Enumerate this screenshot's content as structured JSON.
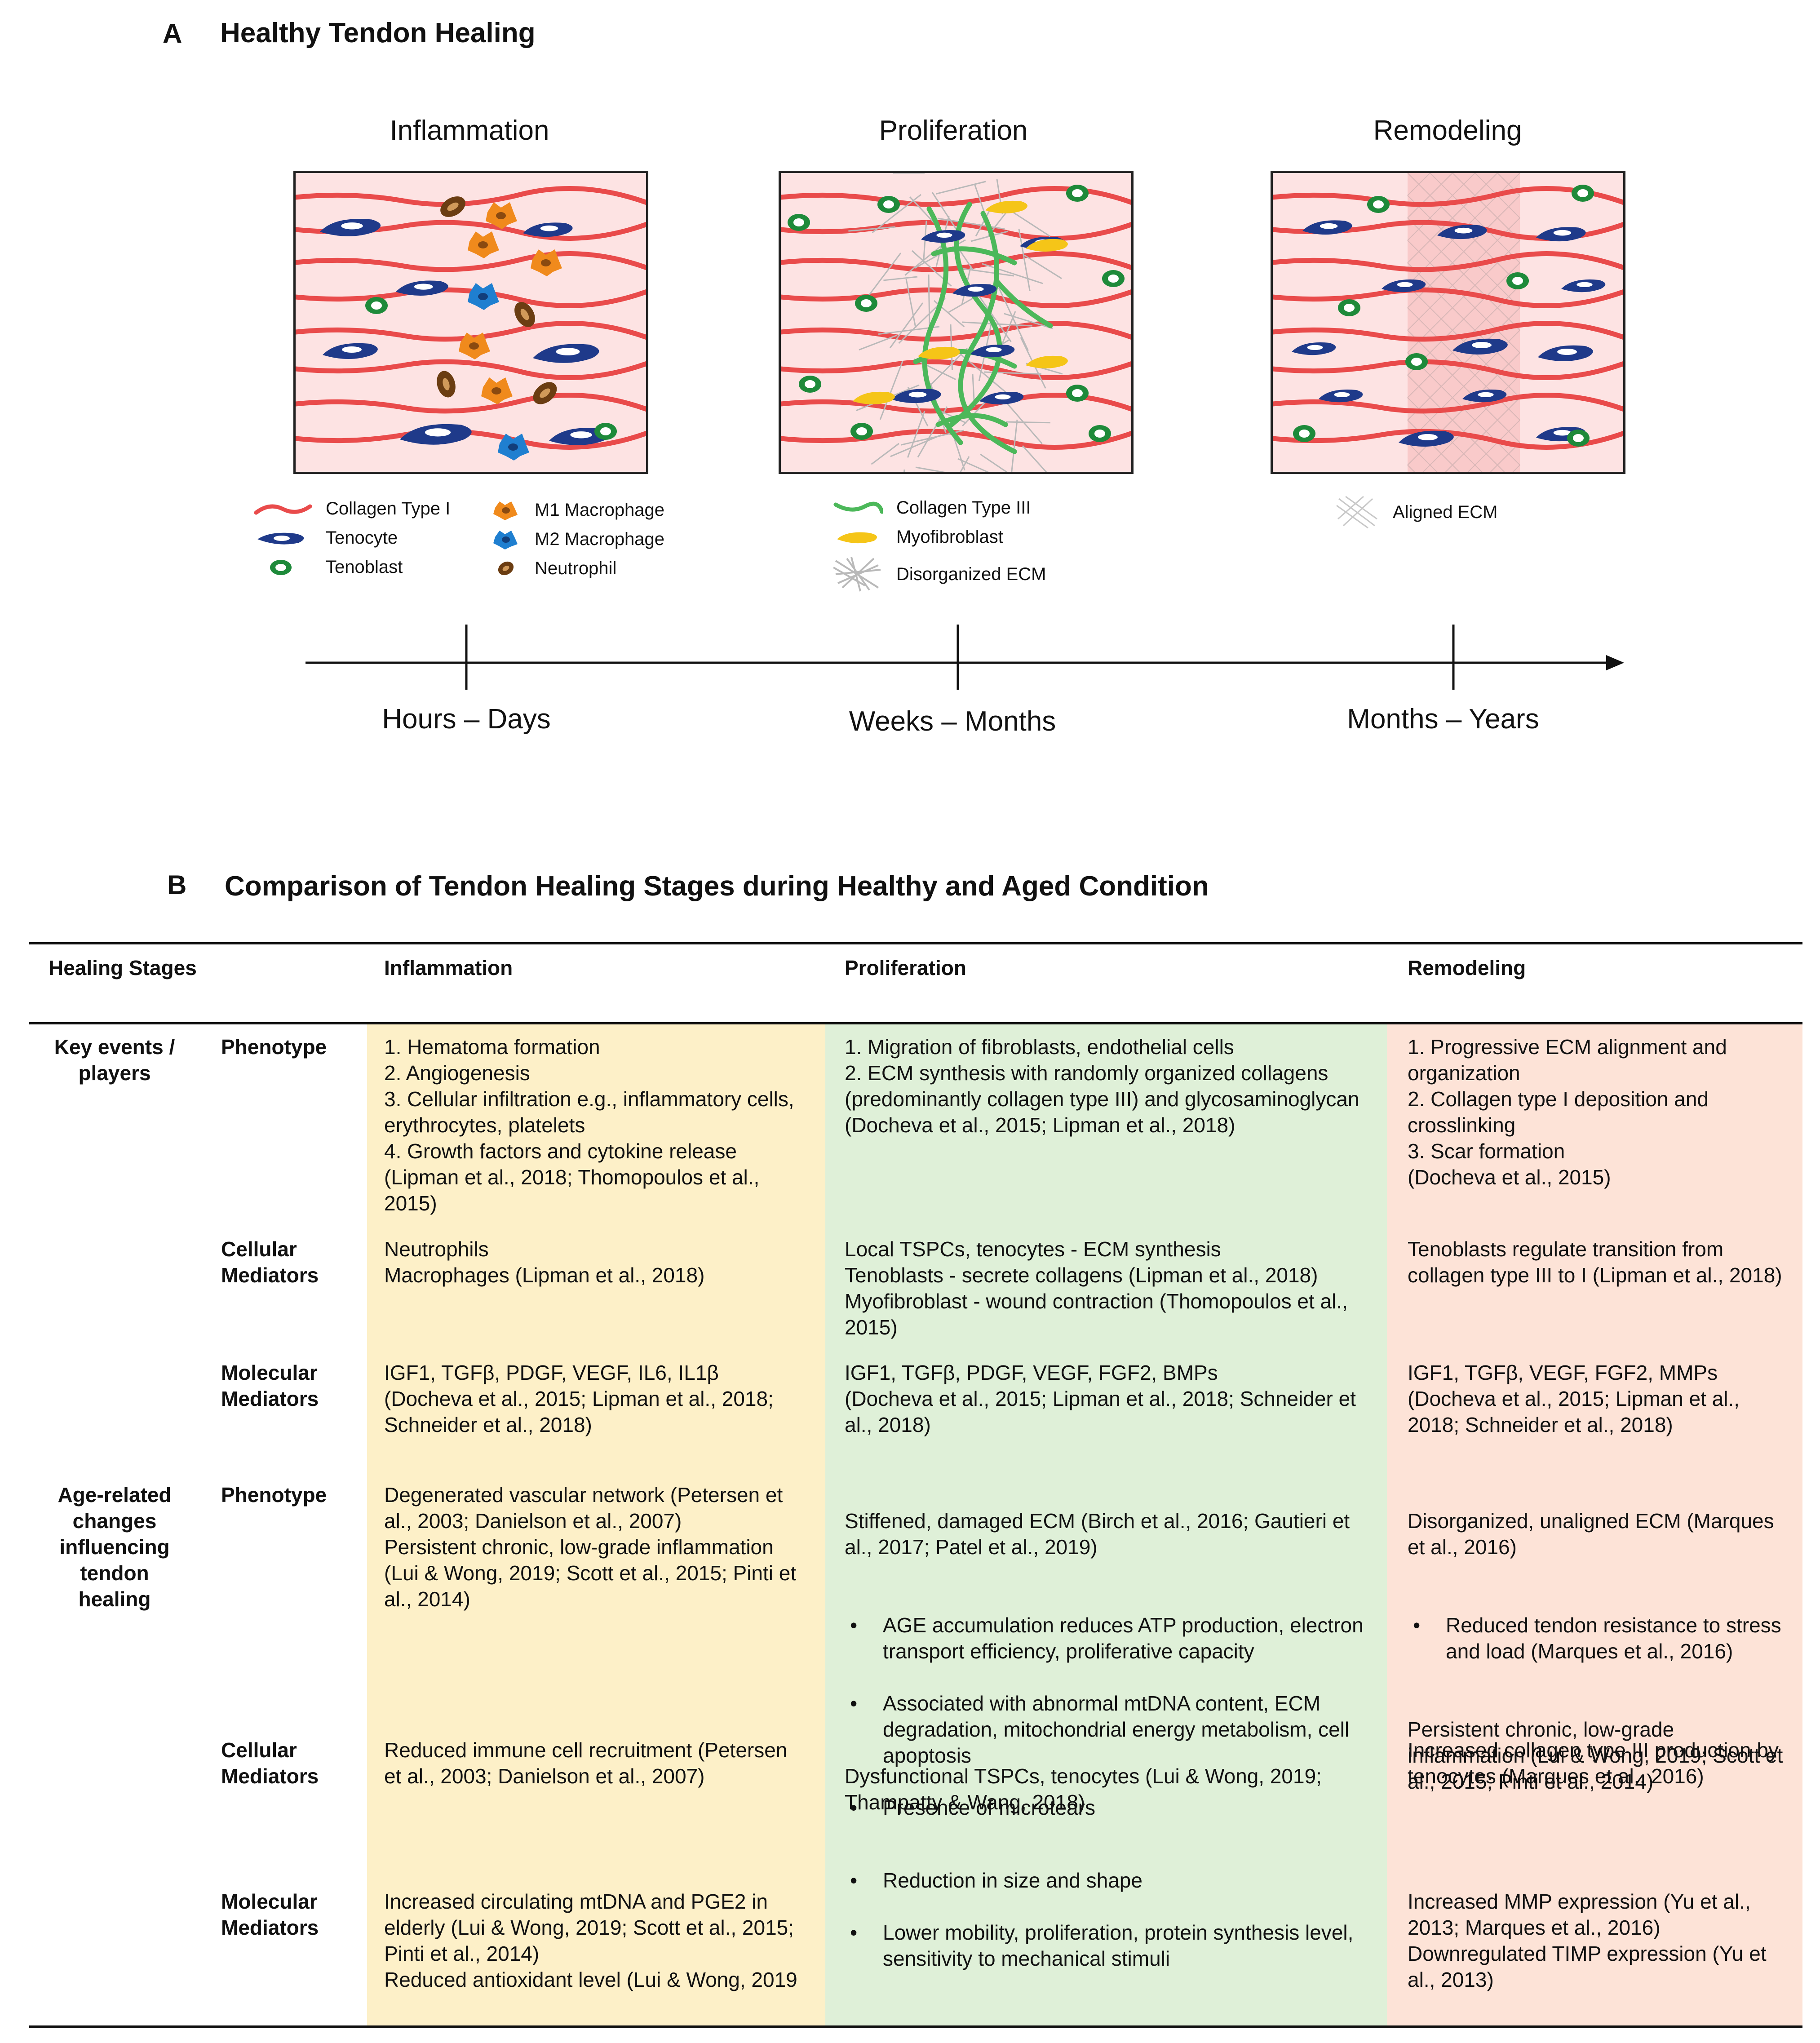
{
  "panel_a": {
    "letter": "A",
    "title": "Healthy Tendon Healing",
    "stages": [
      "Inflammation",
      "Proliferation",
      "Remodeling"
    ],
    "legend": {
      "collagen1": "Collagen Type I",
      "tenocyte": "Tenocyte",
      "tenoblast": "Tenoblast",
      "m1": "M1 Macrophage",
      "m2": "M2 Macrophage",
      "neutrophil": "Neutrophil",
      "collagen3": "Collagen Type III",
      "myofibroblast": "Myofibroblast",
      "disorganized_ecm": "Disorganized ECM",
      "aligned_ecm": "Aligned ECM"
    },
    "timeline": [
      "Hours – Days",
      "Weeks – Months",
      "Months – Years"
    ],
    "colors": {
      "collagen1": "#e94b4b",
      "tenocyte": "#1f3a8a",
      "tenoblast": "#1e8a3a",
      "m1": "#f08a1c",
      "m2": "#1f7fd0",
      "neutrophil": "#6b3d12",
      "collagen3": "#4cb85a",
      "myofibroblast": "#f5c518",
      "ecm": "#b9b9b9",
      "box_fill": "#fde3e3"
    }
  },
  "panel_b": {
    "letter": "B",
    "title": "Comparison of Tendon Healing Stages during Healthy and Aged Condition",
    "headers": [
      "Healing Stages",
      "Inflammation",
      "Proliferation",
      "Remodeling"
    ],
    "groups": [
      "Key events / players",
      "Age-related changes influencing tendon healing"
    ],
    "row_labels": [
      "Phenotype",
      "Cellular Mediators",
      "Molecular Mediators"
    ],
    "colors": {
      "inflammation": "#fdf0c8",
      "proliferation": "#dff0d8",
      "remodeling": "#fde3d7"
    },
    "key": {
      "phenotype": {
        "inflammation": "1. Hematoma formation\n2. Angiogenesis\n3. Cellular infiltration e.g., inflammatory cells, erythrocytes, platelets\n4. Growth factors and cytokine release\n(Lipman et al., 2018; Thomopoulos et al., 2015)",
        "proliferation": "1. Migration of fibroblasts, endothelial cells\n2. ECM synthesis with randomly organized collagens (predominantly collagen type III) and glycosaminoglycan\n(Docheva et al., 2015; Lipman et al., 2018)",
        "remodeling": "1. Progressive ECM alignment and organization\n2. Collagen type I deposition and crosslinking\n3. Scar formation\n(Docheva et al., 2015)"
      },
      "cellular": {
        "inflammation": "Neutrophils\nMacrophages (Lipman et al., 2018)",
        "proliferation": "Local TSPCs, tenocytes - ECM synthesis\nTenoblasts - secrete collagens (Lipman et al., 2018)\nMyofibroblast - wound contraction (Thomopoulos et al., 2015)",
        "remodeling": "Tenoblasts regulate transition from collagen type III to I (Lipman et al., 2018)"
      },
      "molecular": {
        "inflammation": "IGF1, TGFβ, PDGF, VEGF, IL6, IL1β\n(Docheva et al., 2015; Lipman et al., 2018; Schneider et al., 2018)",
        "proliferation": "IGF1, TGFβ, PDGF, VEGF, FGF2, BMPs\n(Docheva et al., 2015; Lipman et al., 2018; Schneider et al., 2018)",
        "remodeling": "IGF1, TGFβ, VEGF, FGF2, MMPs\n(Docheva et al., 2015; Lipman et al., 2018; Schneider et al., 2018)"
      }
    },
    "aged": {
      "phenotype": {
        "inflammation": "Degenerated vascular network (Petersen et al., 2003; Danielson et al., 2007)\nPersistent chronic, low-grade inflammation (Lui & Wong, 2019; Scott et al., 2015; Pinti et al., 2014)",
        "proliferation_intro": "Stiffened, damaged ECM (Birch et al., 2016; Gautieri et al., 2017; Patel et al., 2019)",
        "proliferation_bullets": [
          "AGE accumulation reduces ATP production, electron transport efficiency, proliferative capacity",
          "Associated with abnormal mtDNA content, ECM degradation, mitochondrial energy metabolism, cell apoptosis",
          "Presence of microtears"
        ],
        "remodeling_intro": "Disorganized, unaligned ECM (Marques et al., 2016)",
        "remodeling_bullets": [
          "Reduced tendon resistance to stress and load (Marques et al., 2016)"
        ],
        "remodeling_outro": "Persistent chronic, low-grade inflammation (Lui & Wong, 2019; Scott et al., 2015; Pinti et al., 2014)"
      },
      "cellular": {
        "inflammation": "Reduced immune cell recruitment (Petersen et al., 2003; Danielson et al., 2007)",
        "proliferation_intro": "Dysfunctional TSPCs, tenocytes (Lui & Wong, 2019; Thampatty & Wang, 2018)",
        "proliferation_bullets": [
          "Reduction in size and shape",
          "Lower mobility, proliferation, protein synthesis level, sensitivity to mechanical stimuli"
        ],
        "remodeling": "Increased collagen type III production by tenocytes (Marques et al., 2016)"
      },
      "molecular": {
        "inflammation": "Increased circulating mtDNA and PGE2 in elderly (Lui & Wong, 2019; Scott et al., 2015; Pinti et al., 2014)\nReduced antioxidant level (Lui & Wong, 2019",
        "proliferation": "",
        "remodeling": "Increased MMP expression (Yu et al., 2013; Marques et al., 2016)\nDownregulated TIMP expression (Yu et al., 2013)"
      }
    }
  }
}
